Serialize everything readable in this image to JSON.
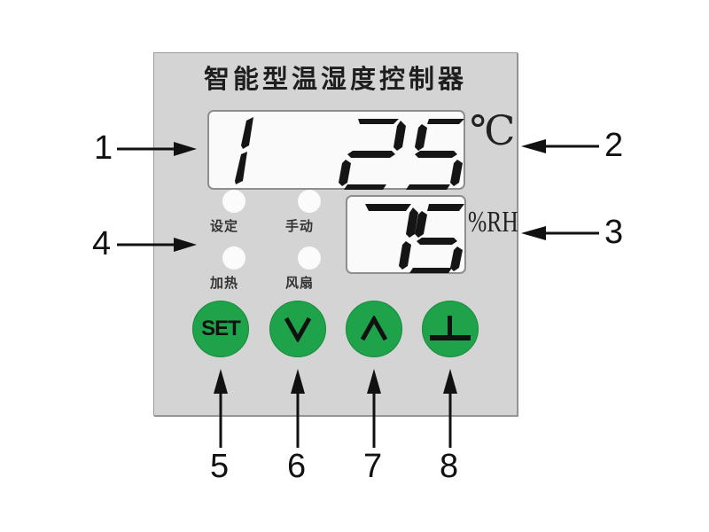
{
  "panel": {
    "title": "智能型温湿度控制器",
    "background": "#d4d4d4"
  },
  "temperature_display": {
    "left_digit": "1",
    "value": "25",
    "unit": "℃"
  },
  "humidity_display": {
    "value": "75",
    "unit": "%RH"
  },
  "indicators": [
    {
      "label": "设定",
      "state": "off"
    },
    {
      "label": "手动",
      "state": "off"
    },
    {
      "label": "加热",
      "state": "off"
    },
    {
      "label": "风扇",
      "state": "off"
    }
  ],
  "buttons": [
    {
      "label": "SET",
      "icon": "set"
    },
    {
      "label": "∨",
      "icon": "chevron-down-icon"
    },
    {
      "label": "∧",
      "icon": "chevron-up-icon"
    },
    {
      "label": "⊥",
      "icon": "enter-icon"
    }
  ],
  "button_color": "#1fa34a",
  "callouts": [
    "1",
    "2",
    "3",
    "4",
    "5",
    "6",
    "7",
    "8"
  ]
}
